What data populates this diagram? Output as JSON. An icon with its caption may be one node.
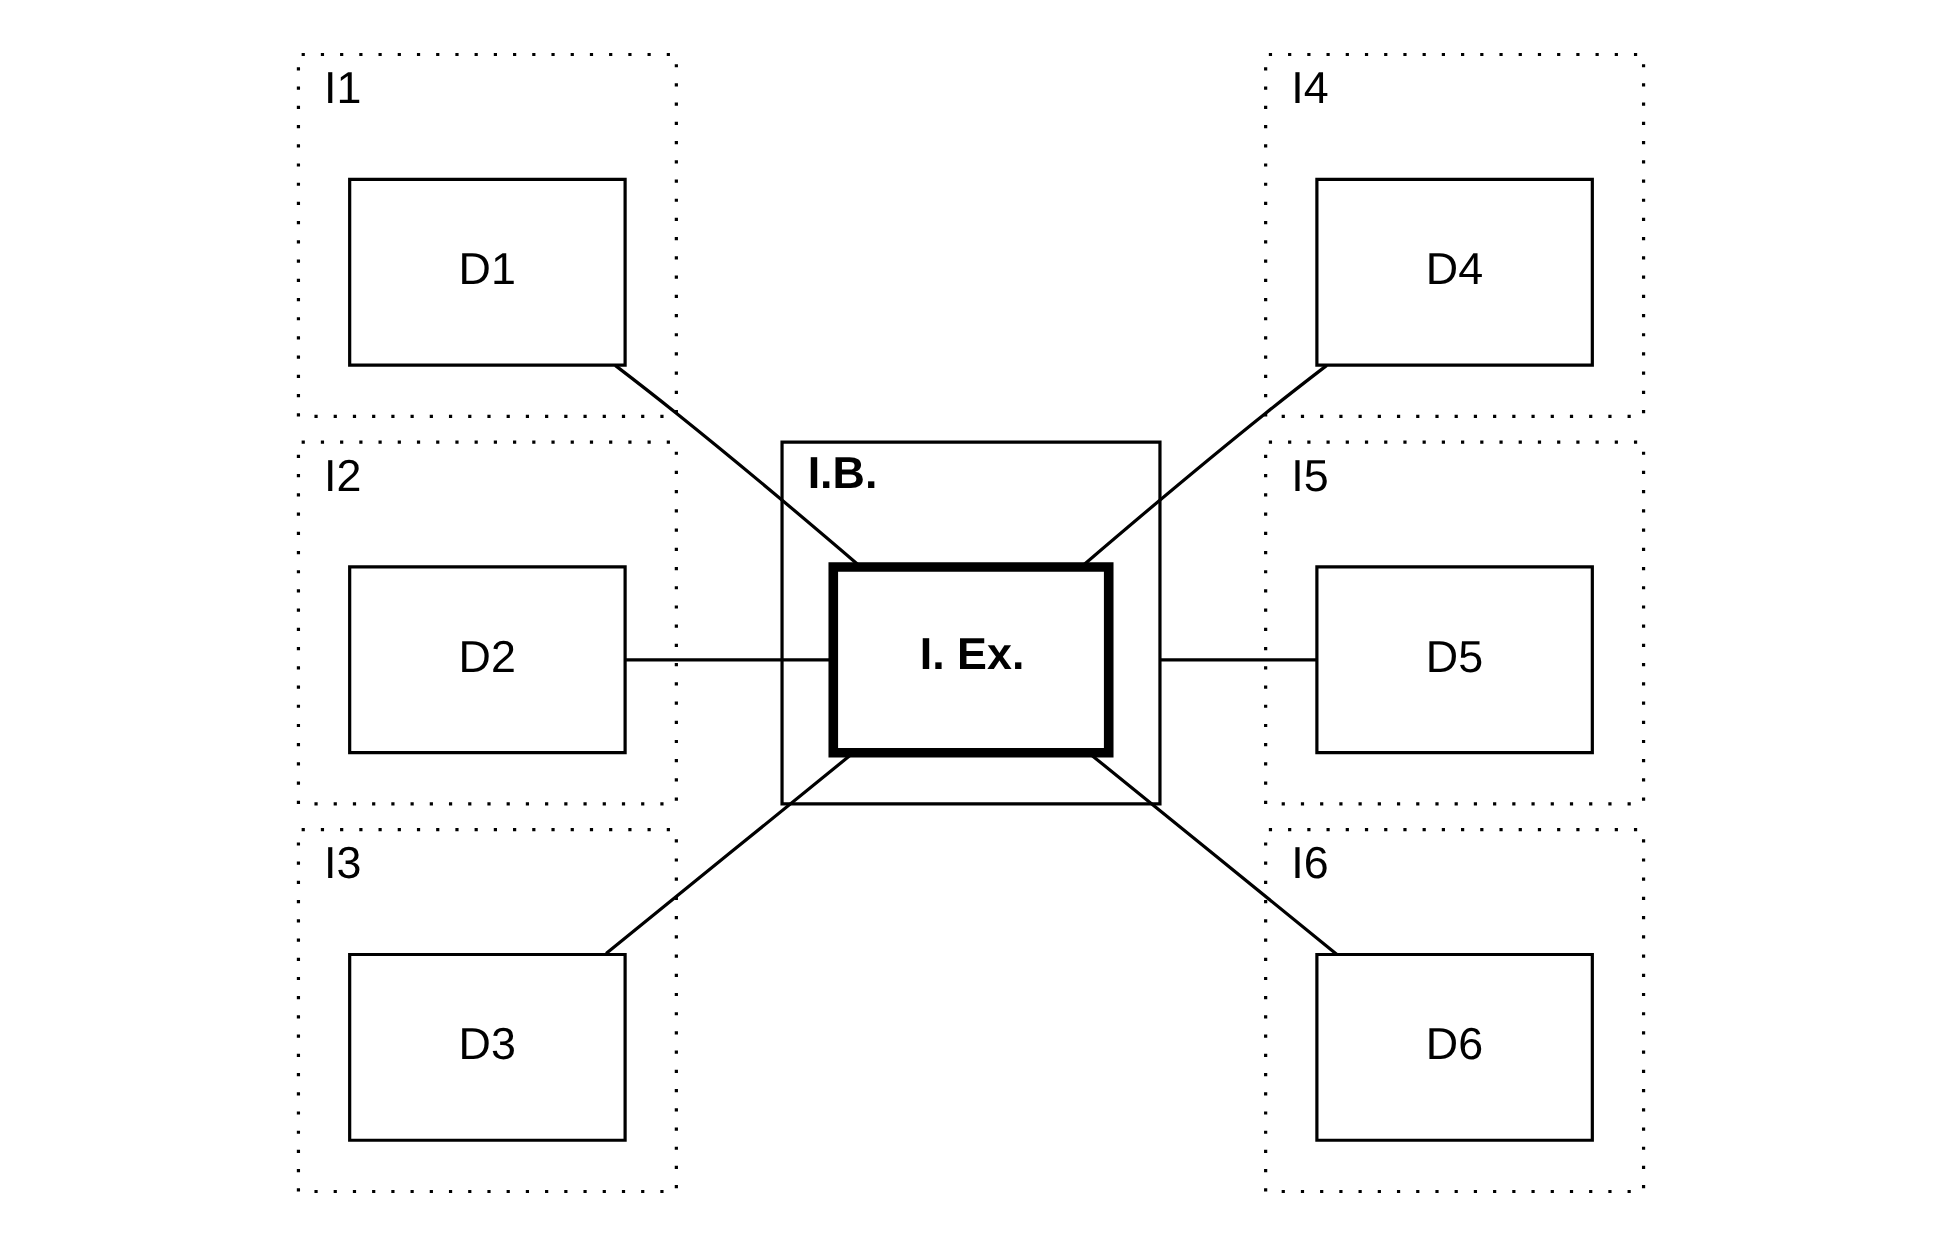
{
  "diagram": {
    "nodes": [
      {
        "text": [
          "I1"
        ]
      },
      {
        "text": [
          "D1"
        ],
        "in": 0
      },
      {
        "text": [
          "I2"
        ]
      },
      {
        "text": [
          "D2"
        ],
        "in": 2
      },
      {
        "text": [
          "I3"
        ]
      },
      {
        "text": [
          "D3"
        ],
        "in": 4
      },
      {
        "text": [
          "I.B."
        ]
      },
      {
        "text": [
          "I. Ex."
        ],
        "in": 6
      },
      {
        "text": [
          "I4"
        ]
      },
      {
        "text": [
          "D4"
        ],
        "in": 8
      },
      {
        "text": [
          "I5"
        ]
      },
      {
        "text": [
          "D5"
        ],
        "in": 10
      },
      {
        "text": [
          "I6"
        ]
      },
      {
        "text": [
          "D6"
        ],
        "in": 12
      }
    ],
    "edges": [
      {
        "from": 1,
        "to": 7,
        "arrow": "none"
      },
      {
        "from": 3,
        "to": 7,
        "arrow": "none"
      },
      {
        "from": 5,
        "to": 7,
        "arrow": "none"
      },
      {
        "from": 7,
        "to": 9,
        "arrow": "none"
      },
      {
        "from": 6,
        "to": 11,
        "arrow": "none"
      },
      {
        "from": 7,
        "to": 13,
        "arrow": "none"
      }
    ]
  }
}
